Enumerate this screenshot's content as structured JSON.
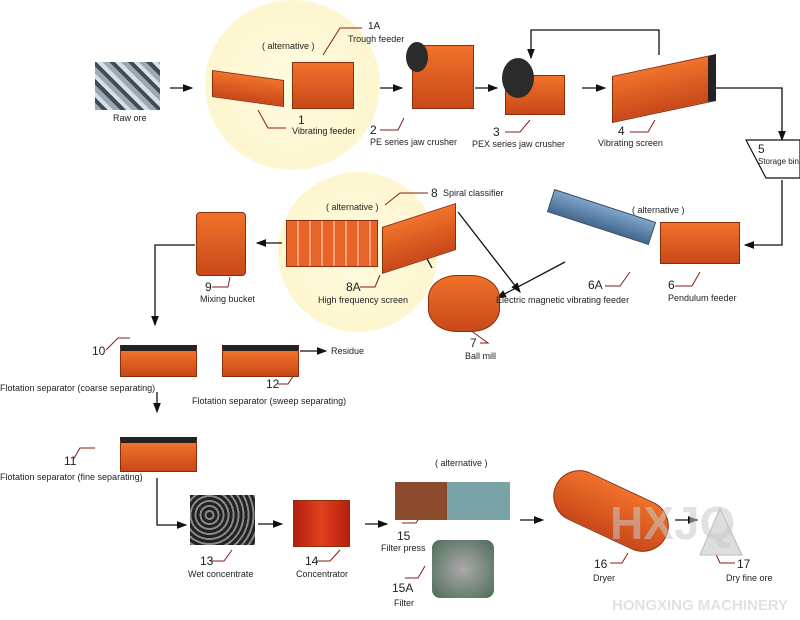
{
  "steps": {
    "raw_ore": {
      "label": "Raw ore"
    },
    "s1": {
      "num": "1",
      "label": "Vibrating feeder"
    },
    "s1a": {
      "num": "1A",
      "label": "Trough feeder"
    },
    "s2": {
      "num": "2",
      "label": "PE series jaw crusher"
    },
    "s3": {
      "num": "3",
      "label": "PEX series jaw crusher"
    },
    "s4": {
      "num": "4",
      "label": "Vibrating screen"
    },
    "s5": {
      "num": "5",
      "label": "Storage bin"
    },
    "s6": {
      "num": "6",
      "label": "Pendulum feeder"
    },
    "s6a": {
      "num": "6A",
      "label": "Electric magnetic vibrating feeder"
    },
    "s7": {
      "num": "7",
      "label": "Ball mill"
    },
    "s8": {
      "num": "8",
      "label": "Spiral classifier"
    },
    "s8a": {
      "num": "8A",
      "label": "High frequency  screen"
    },
    "s9": {
      "num": "9",
      "label": "Mixing bucket"
    },
    "s10": {
      "num": "10",
      "label": "Flotation  separator (coarse separating)"
    },
    "s11": {
      "num": "11",
      "label": "Flotation separator (fine separating)"
    },
    "s12": {
      "num": "12",
      "label": "Flotation separator (sweep separating)"
    },
    "residue": "Residue",
    "s13": {
      "num": "13",
      "label": "Wet concentrate"
    },
    "s14": {
      "num": "14",
      "label": "Concentrator"
    },
    "s15": {
      "num": "15",
      "label": "Filter press"
    },
    "s15a": {
      "num": "15A",
      "label": "Filter"
    },
    "s16": {
      "num": "16",
      "label": "Dryer"
    },
    "s17": {
      "num": "17",
      "label": "Dry fine ore"
    }
  },
  "alternative_label": "( alternative )",
  "watermark": {
    "logo": "HXJQ",
    "text": "HONGXING MACHINERY"
  },
  "colors": {
    "machine": "#e8642a",
    "highlight": "#fdf6cf",
    "leader": "#8b1a1a",
    "arrow": "#111111"
  }
}
